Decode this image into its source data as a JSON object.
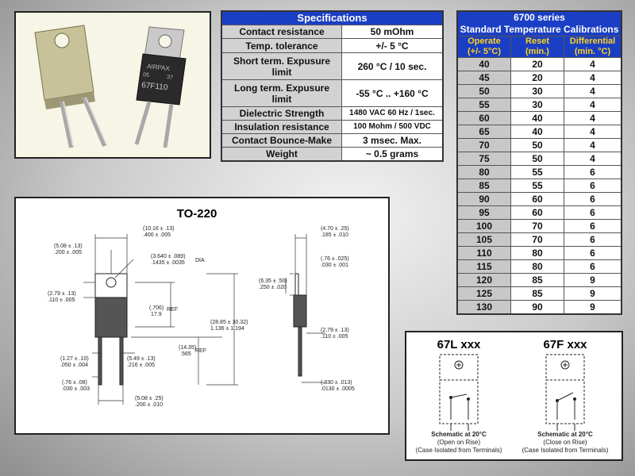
{
  "photo": {
    "marking_brand": "AIRPAX",
    "marking_code_left": "05",
    "marking_code_right": "37",
    "marking_part": "67F110"
  },
  "specifications": {
    "title": "Specifications",
    "rows": [
      {
        "label": "Contact resistance",
        "value": "50 mOhm"
      },
      {
        "label": "Temp. tolerance",
        "value": "+/- 5 °C"
      },
      {
        "label": "Short term. Expusure limit",
        "value": "260 °C / 10 sec."
      },
      {
        "label": "Long term.   Expusure limit",
        "value": "-55 °C .. +160 °C"
      },
      {
        "label": "Dielectric Strength",
        "value": "1480 VAC 60 Hz / 1sec."
      },
      {
        "label": "Insulation resistance",
        "value": "100 Mohm / 500 VDC"
      },
      {
        "label": "Contact Bounce-Make",
        "value": "3 msec. Max."
      },
      {
        "label": "Weight",
        "value": "~ 0.5 grams"
      }
    ]
  },
  "calibrations": {
    "title_line1": "6700 series",
    "title_line2": "Standard Temperature Calibrations",
    "col_operate": "Operate",
    "col_operate_sub": "(+/- 5°C)",
    "col_reset": "Reset",
    "col_reset_sub": "(min.)",
    "col_diff": "Differential",
    "col_diff_sub": "(min. °C)",
    "rows": [
      [
        "40",
        "20",
        "4"
      ],
      [
        "45",
        "20",
        "4"
      ],
      [
        "50",
        "30",
        "4"
      ],
      [
        "55",
        "30",
        "4"
      ],
      [
        "60",
        "40",
        "4"
      ],
      [
        "65",
        "40",
        "4"
      ],
      [
        "70",
        "50",
        "4"
      ],
      [
        "75",
        "50",
        "4"
      ],
      [
        "80",
        "55",
        "6"
      ],
      [
        "85",
        "55",
        "6"
      ],
      [
        "90",
        "60",
        "6"
      ],
      [
        "95",
        "60",
        "6"
      ],
      [
        "100",
        "70",
        "6"
      ],
      [
        "105",
        "70",
        "6"
      ],
      [
        "110",
        "80",
        "6"
      ],
      [
        "115",
        "80",
        "6"
      ],
      [
        "120",
        "85",
        "9"
      ],
      [
        "125",
        "85",
        "9"
      ],
      [
        "130",
        "90",
        "9"
      ]
    ]
  },
  "drawing": {
    "title": "TO-220",
    "dims": {
      "d1": "(10.16 ± .13)",
      "d1b": ".400 ± .005",
      "d2": "(5.08 ± .13)",
      "d2b": ".200 ± .005",
      "d3": "(3.640 ± .089)",
      "d3b": ".1435 ± .0035",
      "d3c": "DIA",
      "d4": "(2.79 ± .13)",
      "d4b": ".110 ± .005",
      "d5": "(.706)",
      "d5b": "17.9",
      "d5c": "REF",
      "d6": "(28.85 ± 30.32)",
      "d6b": "1.136 ± 1.194",
      "d7": "(14.35)",
      "d7b": ".565",
      "d7c": "REF",
      "d8": "(1.27 ± .10)",
      "d8b": ".050 ± .004",
      "d9": "(5.49 ± .13)",
      "d9b": ".216 ± .005",
      "d10": "(.76 ± .08)",
      "d10b": ".030 ± .003",
      "d11": "(5.08 ± .25)",
      "d11b": ".200 ± .010",
      "s1": "(4.70 ± .25)",
      "s1b": ".185 ± .010",
      "s2": "(.76 ± .025)",
      "s2b": ".030 ± .001",
      "s3": "(6.35 ± .50)",
      "s3b": ".250 ± .020",
      "s4": "(2.79 ± .13)",
      "s4b": ".110 ± .005",
      "s5": "(.330 ± .013)",
      "s5b": ".0130 ± .0005"
    }
  },
  "schematics": {
    "left_title": "67L xxx",
    "right_title": "67F xxx",
    "left_caption1": "Schematic at 20°C",
    "left_caption2": "(Open on Rise)",
    "left_caption3": "(Case Isolated from Terminals)",
    "right_caption1": "Schematic at 20°C",
    "right_caption2": "(Close on Rise)",
    "right_caption3": "(Case Isolated from Terminals)"
  }
}
